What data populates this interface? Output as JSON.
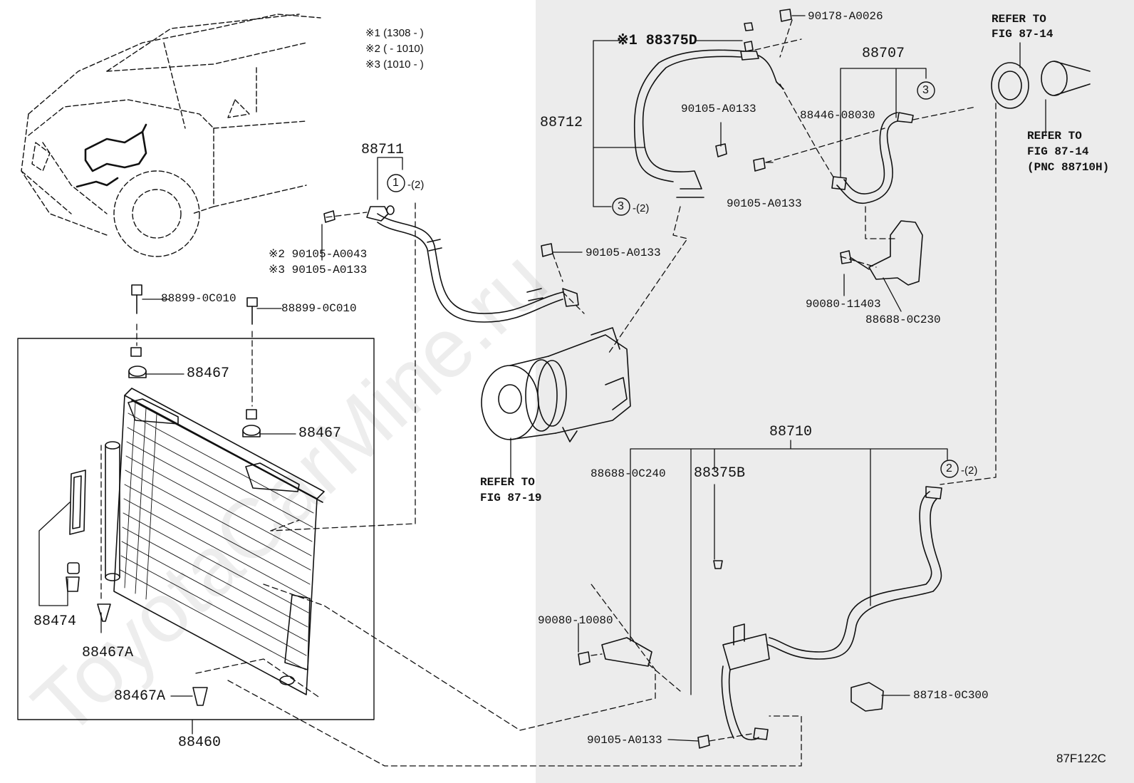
{
  "diagram": {
    "code": "87F122C",
    "watermark": "ToyotaCarMine.ru",
    "shaded_region_color": "#ececec",
    "line_color": "#111111",
    "notes": [
      "※1 (1308 -     )",
      "※2 (     - 1010)",
      "※3 (1010 -     )"
    ],
    "references": [
      {
        "line1": "REFER TO",
        "line2": "FIG 87-14"
      },
      {
        "line1": "REFER TO",
        "line2": "FIG 87-14",
        "line3": "(PNC 88710H)"
      },
      {
        "line1": "REFER TO",
        "line2": "FIG 87-19"
      }
    ],
    "callouts": [
      {
        "num": "1",
        "qty": "-(2)"
      },
      {
        "num": "2",
        "qty": "-(2)"
      },
      {
        "num": "3",
        "qty": "-(2)"
      },
      {
        "num": "3"
      }
    ],
    "parts": {
      "p88711": "88711",
      "p88712": "88712",
      "p88375D": "※1 88375D",
      "p90178": "90178-A0026",
      "p88707": "88707",
      "p90105_top": "90105-A0133",
      "p88446": "88446-08030",
      "p90105_mid": "90105-A0133",
      "p90105_comp": "90105-A0133",
      "p90105_a0043": "※2 90105-A0043",
      "p90105_a0133_s3": "※3 90105-A0133",
      "p88899_a": "88899-0C010",
      "p88899_b": "88899-0C010",
      "p88467_a": "88467",
      "p88467_b": "88467",
      "p90080_11403": "90080-11403",
      "p88688_0c230": "88688-0C230",
      "p88710": "88710",
      "p88688_0c240": "88688-0C240",
      "p88375B": "88375B",
      "p90080_10080": "90080-10080",
      "p88474": "88474",
      "p88467A_a": "88467A",
      "p88467A_b": "88467A",
      "p88718": "88718-0C300",
      "p90105_bottom": "90105-A0133",
      "p88460": "88460"
    }
  }
}
